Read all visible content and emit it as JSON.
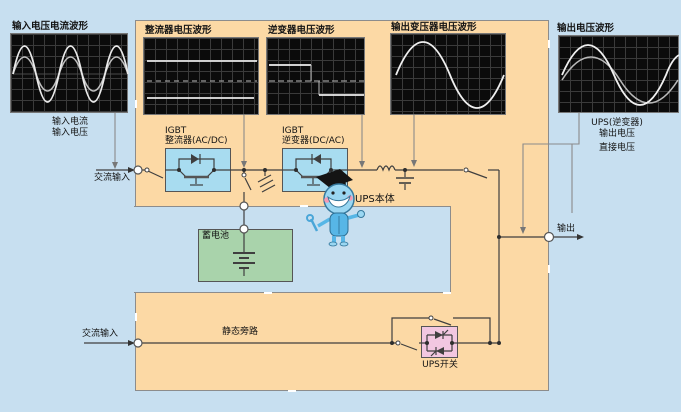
{
  "scopes": [
    {
      "title": "输入电压电流波形",
      "captions": [
        "输入电流",
        "输入电压"
      ]
    },
    {
      "title": "整流器电压波形",
      "captions": []
    },
    {
      "title": "逆变器电压波形",
      "captions": []
    },
    {
      "title": "输出变压器电压波形",
      "captions": []
    },
    {
      "title": "输出电压波形",
      "captions": [
        "UPS(逆变器)",
        "输出电压",
        "直接电压"
      ]
    }
  ],
  "components": {
    "rectifier": {
      "line1": "IGBT",
      "line2": "整流器(AC/DC)"
    },
    "inverter": {
      "line1": "IGBT",
      "line2": "逆变器(DC/AC)"
    },
    "battery": {
      "label": "蓄电池"
    },
    "ups_switch": {
      "label": "UPS开关"
    }
  },
  "labels": {
    "ups_body": "UPS本体",
    "static_bypass": "静态旁路",
    "ac_input_top": "交流输入",
    "ac_input_bottom": "交流输入",
    "output": "输出"
  },
  "colors": {
    "page_background": "#c7dff0",
    "ups_body_fill": "#fcd9a5",
    "converter_box_fill": "#a8dcf0",
    "battery_box_fill": "#a9d3ab",
    "ups_switch_box_fill": "#f2c7e1",
    "scope_background": "#0b0b0b",
    "scope_grid": "#3a3a3a",
    "waveform_bright": "#e9e9e9",
    "waveform_dim": "#c0c0c0",
    "wire": "#3f3f3f",
    "probe_wire": "#8a8a8a"
  }
}
